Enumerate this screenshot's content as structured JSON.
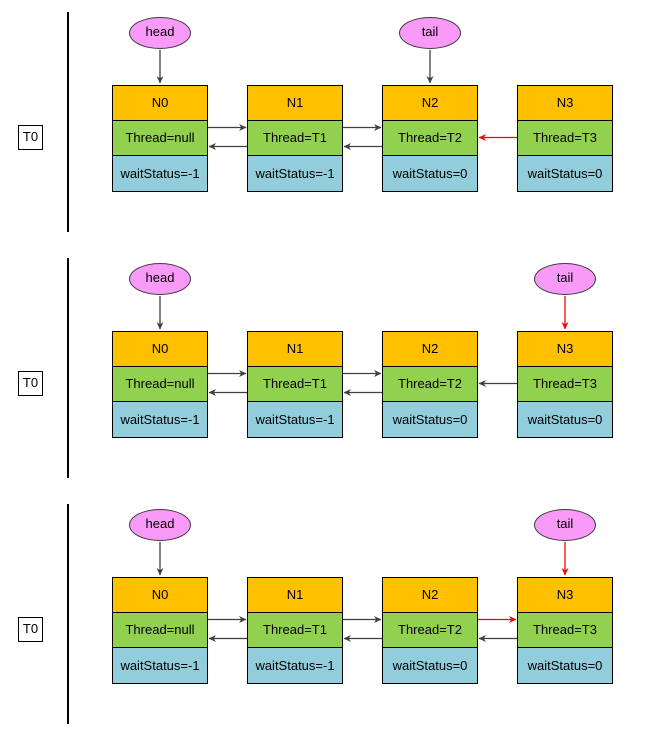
{
  "colors": {
    "node_header_orange": "#FFC000",
    "node_thread_green": "#92D050",
    "node_wait_blue": "#92CDDC",
    "pointer_ellipse_pink": "#F99AF9",
    "arrow_black": "#404040",
    "arrow_red": "#FF0000",
    "border_black": "#000000",
    "background": "#FFFFFF"
  },
  "rows": [
    {
      "lane_label": "T0",
      "head_label": "head",
      "head_over": "N0",
      "head_color": "black",
      "tail_label": "tail",
      "tail_over": "N2",
      "tail_color": "black",
      "nodes": [
        {
          "title": "N0",
          "thread": "Thread=null",
          "wait": "waitStatus=-1"
        },
        {
          "title": "N1",
          "thread": "Thread=T1",
          "wait": "waitStatus=-1"
        },
        {
          "title": "N2",
          "thread": "Thread=T2",
          "wait": "waitStatus=0"
        },
        {
          "title": "N3",
          "thread": "Thread=T3",
          "wait": "waitStatus=0"
        }
      ],
      "links": [
        {
          "from": 0,
          "to": 1,
          "lane": "upper",
          "color": "black"
        },
        {
          "from": 1,
          "to": 0,
          "lane": "lower",
          "color": "black"
        },
        {
          "from": 1,
          "to": 2,
          "lane": "upper",
          "color": "black"
        },
        {
          "from": 2,
          "to": 1,
          "lane": "lower",
          "color": "black"
        },
        {
          "from": 3,
          "to": 2,
          "lane": "mid",
          "color": "red"
        }
      ]
    },
    {
      "lane_label": "T0",
      "head_label": "head",
      "head_over": "N0",
      "head_color": "black",
      "tail_label": "tail",
      "tail_over": "N3",
      "tail_color": "red",
      "nodes": [
        {
          "title": "N0",
          "thread": "Thread=null",
          "wait": "waitStatus=-1"
        },
        {
          "title": "N1",
          "thread": "Thread=T1",
          "wait": "waitStatus=-1"
        },
        {
          "title": "N2",
          "thread": "Thread=T2",
          "wait": "waitStatus=0"
        },
        {
          "title": "N3",
          "thread": "Thread=T3",
          "wait": "waitStatus=0"
        }
      ],
      "links": [
        {
          "from": 0,
          "to": 1,
          "lane": "upper",
          "color": "black"
        },
        {
          "from": 1,
          "to": 0,
          "lane": "lower",
          "color": "black"
        },
        {
          "from": 1,
          "to": 2,
          "lane": "upper",
          "color": "black"
        },
        {
          "from": 2,
          "to": 1,
          "lane": "lower",
          "color": "black"
        },
        {
          "from": 3,
          "to": 2,
          "lane": "mid",
          "color": "black"
        }
      ]
    },
    {
      "lane_label": "T0",
      "head_label": "head",
      "head_over": "N0",
      "head_color": "black",
      "tail_label": "tail",
      "tail_over": "N3",
      "tail_color": "red",
      "nodes": [
        {
          "title": "N0",
          "thread": "Thread=null",
          "wait": "waitStatus=-1"
        },
        {
          "title": "N1",
          "thread": "Thread=T1",
          "wait": "waitStatus=-1"
        },
        {
          "title": "N2",
          "thread": "Thread=T2",
          "wait": "waitStatus=0"
        },
        {
          "title": "N3",
          "thread": "Thread=T3",
          "wait": "waitStatus=0"
        }
      ],
      "links": [
        {
          "from": 0,
          "to": 1,
          "lane": "upper",
          "color": "black"
        },
        {
          "from": 1,
          "to": 0,
          "lane": "lower",
          "color": "black"
        },
        {
          "from": 1,
          "to": 2,
          "lane": "upper",
          "color": "black"
        },
        {
          "from": 2,
          "to": 1,
          "lane": "lower",
          "color": "black"
        },
        {
          "from": 2,
          "to": 3,
          "lane": "upper",
          "color": "red"
        },
        {
          "from": 3,
          "to": 2,
          "lane": "lower",
          "color": "black"
        }
      ]
    }
  ]
}
